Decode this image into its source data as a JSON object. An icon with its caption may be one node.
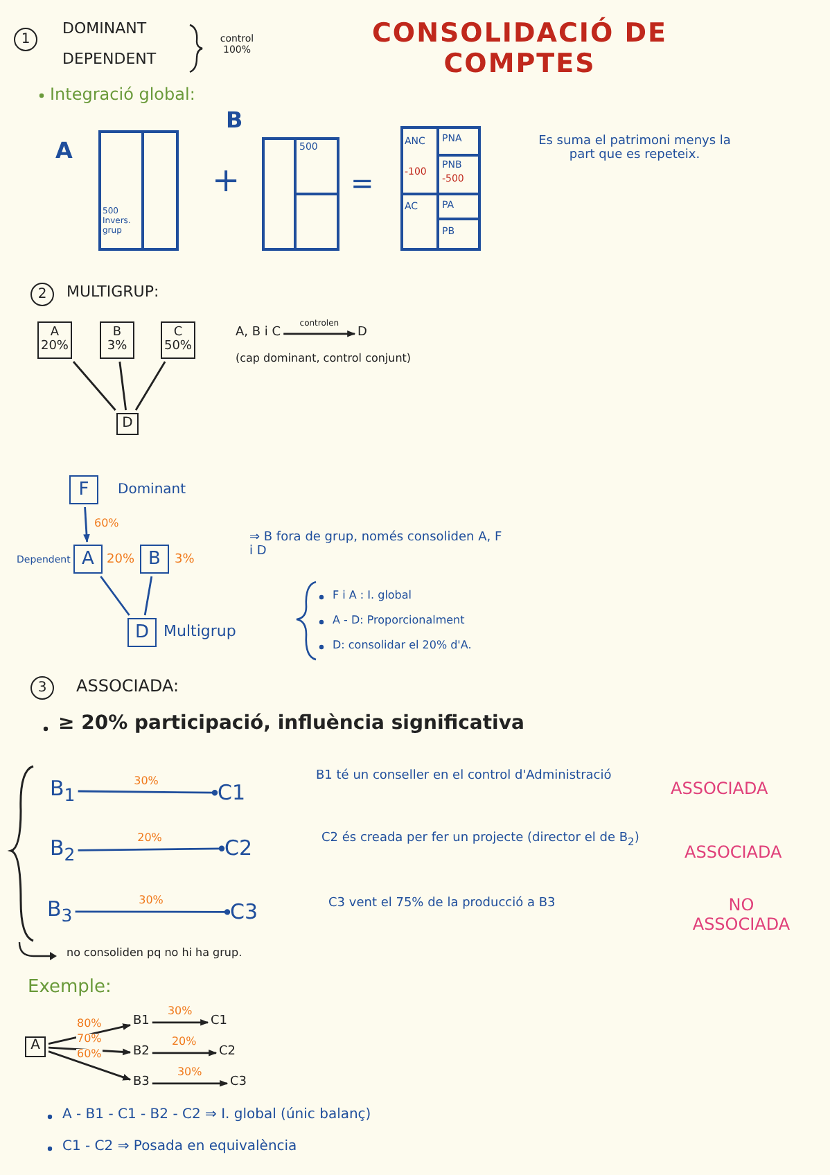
{
  "diagram": {
    "title": "CONSOLIDACIÓ DE COMPTES",
    "nodes": [
      {
        "text": [
          "A",
          "20%"
        ]
      },
      {
        "text": [
          "B",
          "3%"
        ]
      },
      {
        "text": [
          "C",
          "50%"
        ]
      },
      {
        "text": [
          "D"
        ]
      },
      {
        "text": [
          "A, B i C"
        ]
      },
      {
        "text": [
          "D"
        ]
      },
      {
        "text": [
          "F"
        ],
        "beside": [
          "Dominant"
        ]
      },
      {
        "text": [
          "A"
        ],
        "beside": [
          "Dependent",
          "20%"
        ]
      },
      {
        "text": [
          "B"
        ],
        "beside": [
          "3%"
        ]
      },
      {
        "text": [
          "D"
        ],
        "beside": [
          "Multigrup"
        ]
      },
      {
        "text": [
          "B$_{1}$"
        ]
      },
      {
        "text": [
          "C1"
        ]
      },
      {
        "text": [
          "B$_{2}$"
        ]
      },
      {
        "text": [
          "C2"
        ]
      },
      {
        "text": [
          "B$_{3}$"
        ]
      },
      {
        "text": [
          "C3"
        ]
      },
      {
        "text": [
          "A"
        ]
      },
      {
        "text": [
          "B1"
        ]
      },
      {
        "text": [
          "B2"
        ]
      },
      {
        "text": [
          "B3"
        ]
      },
      {
        "text": [
          "C1"
        ]
      },
      {
        "text": [
          "C2"
        ]
      },
      {
        "text": [
          "C3"
        ]
      }
    ],
    "edges": [
      {
        "from": 0,
        "to": 3,
        "arrow": "none"
      },
      {
        "from": 1,
        "to": 3,
        "arrow": "none"
      },
      {
        "from": 2,
        "to": 3,
        "arrow": "none"
      },
      {
        "from": 4,
        "to": 5,
        "arrow": "to",
        "label": "controlen"
      },
      {
        "from": 6,
        "to": 7,
        "arrow": "to",
        "label": "60%",
        "color": "#1f4e9c"
      },
      {
        "from": 7,
        "to": 9,
        "arrow": "none",
        "color": "#1f4e9c"
      },
      {
        "from": 8,
        "to": 9,
        "arrow": "none",
        "color": "#1f4e9c"
      },
      {
        "from": 10,
        "to": 11,
        "arrow": "other",
        "label": "30%",
        "color": "#1f4e9c"
      },
      {
        "from": 12,
        "to": 13,
        "arrow": "other",
        "label": "20%",
        "color": "#1f4e9c"
      },
      {
        "from": 14,
        "to": 15,
        "arrow": "other",
        "label": "30%",
        "color": "#1f4e9c"
      },
      {
        "from": 16,
        "to": 17,
        "arrow": "to",
        "label": "80%"
      },
      {
        "from": 16,
        "to": 18,
        "arrow": "to",
        "label": "70%"
      },
      {
        "from": 16,
        "to": 19,
        "arrow": "to",
        "label": "60%"
      },
      {
        "from": 17,
        "to": 20,
        "arrow": "to",
        "label": "30%"
      },
      {
        "from": 18,
        "to": 21,
        "arrow": "to",
        "label": "20%"
      },
      {
        "from": 19,
        "to": 22,
        "arrow": "to",
        "label": "30%"
      }
    ],
    "labels": [
      "1",
      "DOMINANT",
      "DEPENDENT",
      "control 100%",
      "Integració global:",
      "A",
      "B",
      "500 Invers. grup",
      "+",
      "500",
      "=",
      "ANC",
      "-100",
      "PNA",
      "PNB",
      "-500",
      "AC",
      "PA",
      "PB",
      "Es suma el patrimoni menys la part que es repeteix.",
      "2",
      "MULTIGRUP:",
      "(cap dominant, control conjunt)",
      "⇒ B fora de grup, només consoliden A, F i D",
      "F i A : I. global",
      "A - D: Proporcionalment",
      "D: consolidar el 20% d'A.",
      "3",
      "ASSOCIADA:",
      "≥ 20% participació, influència significativa",
      "B1 té un conseller en el control d'Administració",
      "ASSOCIADA",
      "C2 és creada per fer un projecte (director el de B$_{2}$)",
      "ASSOCIADA",
      "C3 vent el 75% de la producció a B3",
      "NO ASSOCIADA",
      "no consoliden pq no hi ha grup.",
      "Exemple:",
      "A - B1 - C1 - B2 - C2 ⇒ I. global (únic balanç)",
      "C1 - C2 ⇒ Posada en equivalència"
    ]
  }
}
